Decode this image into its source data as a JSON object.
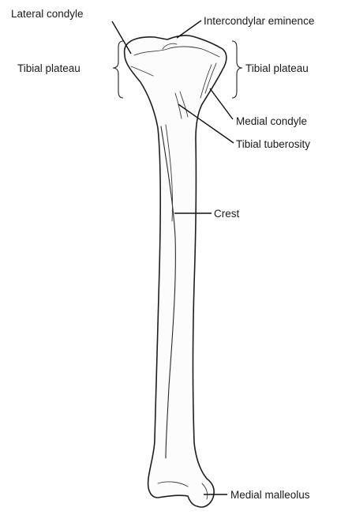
{
  "figure": {
    "labels": {
      "lateral_condyle": "Lateral condyle",
      "intercondylar_eminence": "Intercondylar eminence",
      "tibial_plateau_left": "Tibial plateau",
      "tibial_plateau_right": "Tibial plateau",
      "medial_condyle": "Medial condyle",
      "tibial_tuberosity": "Tibial tuberosity",
      "crest": "Crest",
      "medial_malleolus": "Medial malleolus"
    }
  }
}
